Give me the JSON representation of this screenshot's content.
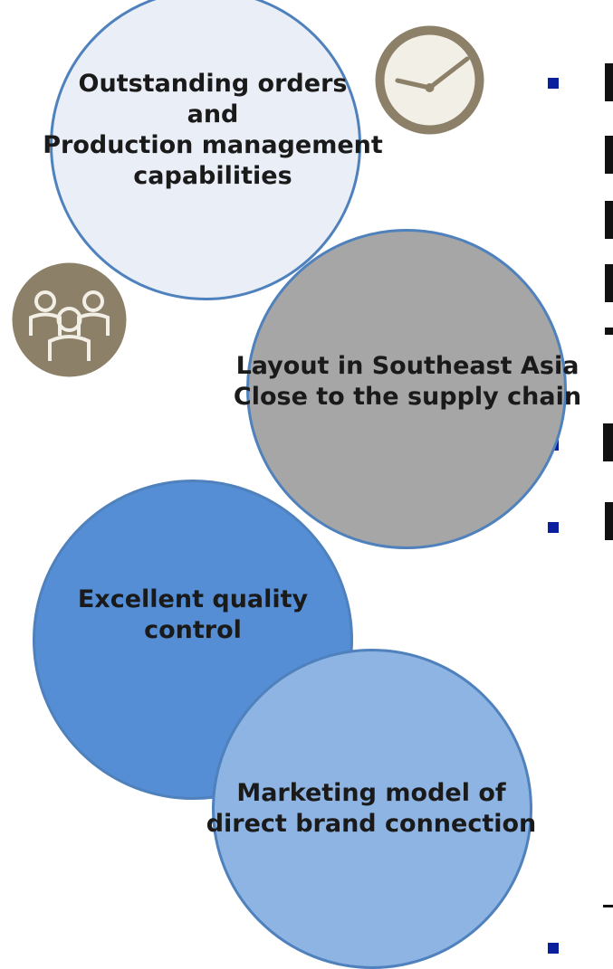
{
  "circles": {
    "c1": "Outstanding orders\nand\nProduction management\ncapabilities",
    "c2": "Layout in Southeast Asia\nClose to the supply chain",
    "c3": "Excellent quality\ncontrol",
    "c4": "Marketing model of\ndirect brand connection"
  },
  "icons": [
    "clock-icon",
    "people-group-icon"
  ],
  "colors": {
    "circle1": "#e9eef7",
    "circle2": "#a6a6a6",
    "circle3": "#558ed5",
    "circle4": "#8eb4e3",
    "outline": "#4f81bd",
    "icon_tan": "#8c8069",
    "bullet": "#0a1f9e"
  }
}
